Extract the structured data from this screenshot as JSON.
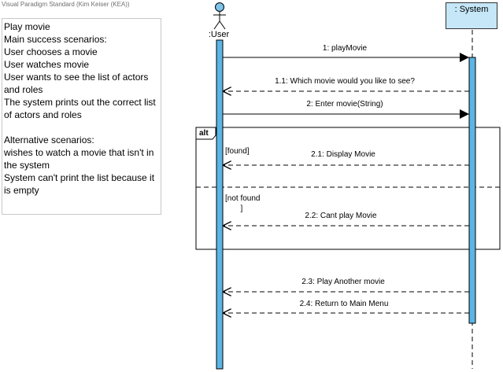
{
  "watermark": "Visual Paradigm Standard (Kim Keiser (KEA))",
  "notes": {
    "text": "Play movie\nMain success scenarios:\nUser chooses a movie\nUser watches movie\nUser wants to see the list of actors and roles\nThe system prints out the correct list of actors and roles\n\nAlternative scenarios:\nwishes to watch a movie that isn't in the system\nSystem can't print the list because it is empty"
  },
  "lifelines": {
    "user": ":User",
    "system": ": System"
  },
  "fragment": {
    "operator": "alt",
    "guard_1": "[found]",
    "guard_2": "[not found\n       ]"
  },
  "messages": [
    {
      "label": "1: playMovie",
      "kind": "sync"
    },
    {
      "label": "1.1: Which movie would you like to see?",
      "kind": "return"
    },
    {
      "label": "2: Enter movie(String)",
      "kind": "sync"
    },
    {
      "label": "2.1: Display Movie",
      "kind": "return"
    },
    {
      "label": "2.2: Cant play Movie",
      "kind": "return"
    },
    {
      "label": "2.3: Play Another movie",
      "kind": "return"
    },
    {
      "label": "2.4: Return to Main Menu",
      "kind": "return"
    }
  ],
  "colors": {
    "activation_fill": "#5bb5e5",
    "system_box_fill": "#c5e7f8",
    "actor_head_fill": "#7ec3ea"
  }
}
